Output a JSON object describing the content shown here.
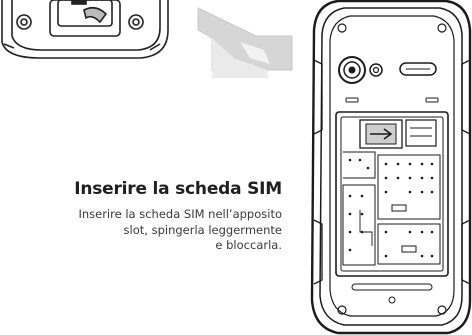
{
  "instruction": {
    "title": "Inserire la scheda SIM",
    "text_lines": [
      "Inserire la scheda SIM nell’apposito",
      "slot, spingerla leggermente",
      "e bloccarla."
    ]
  }
}
